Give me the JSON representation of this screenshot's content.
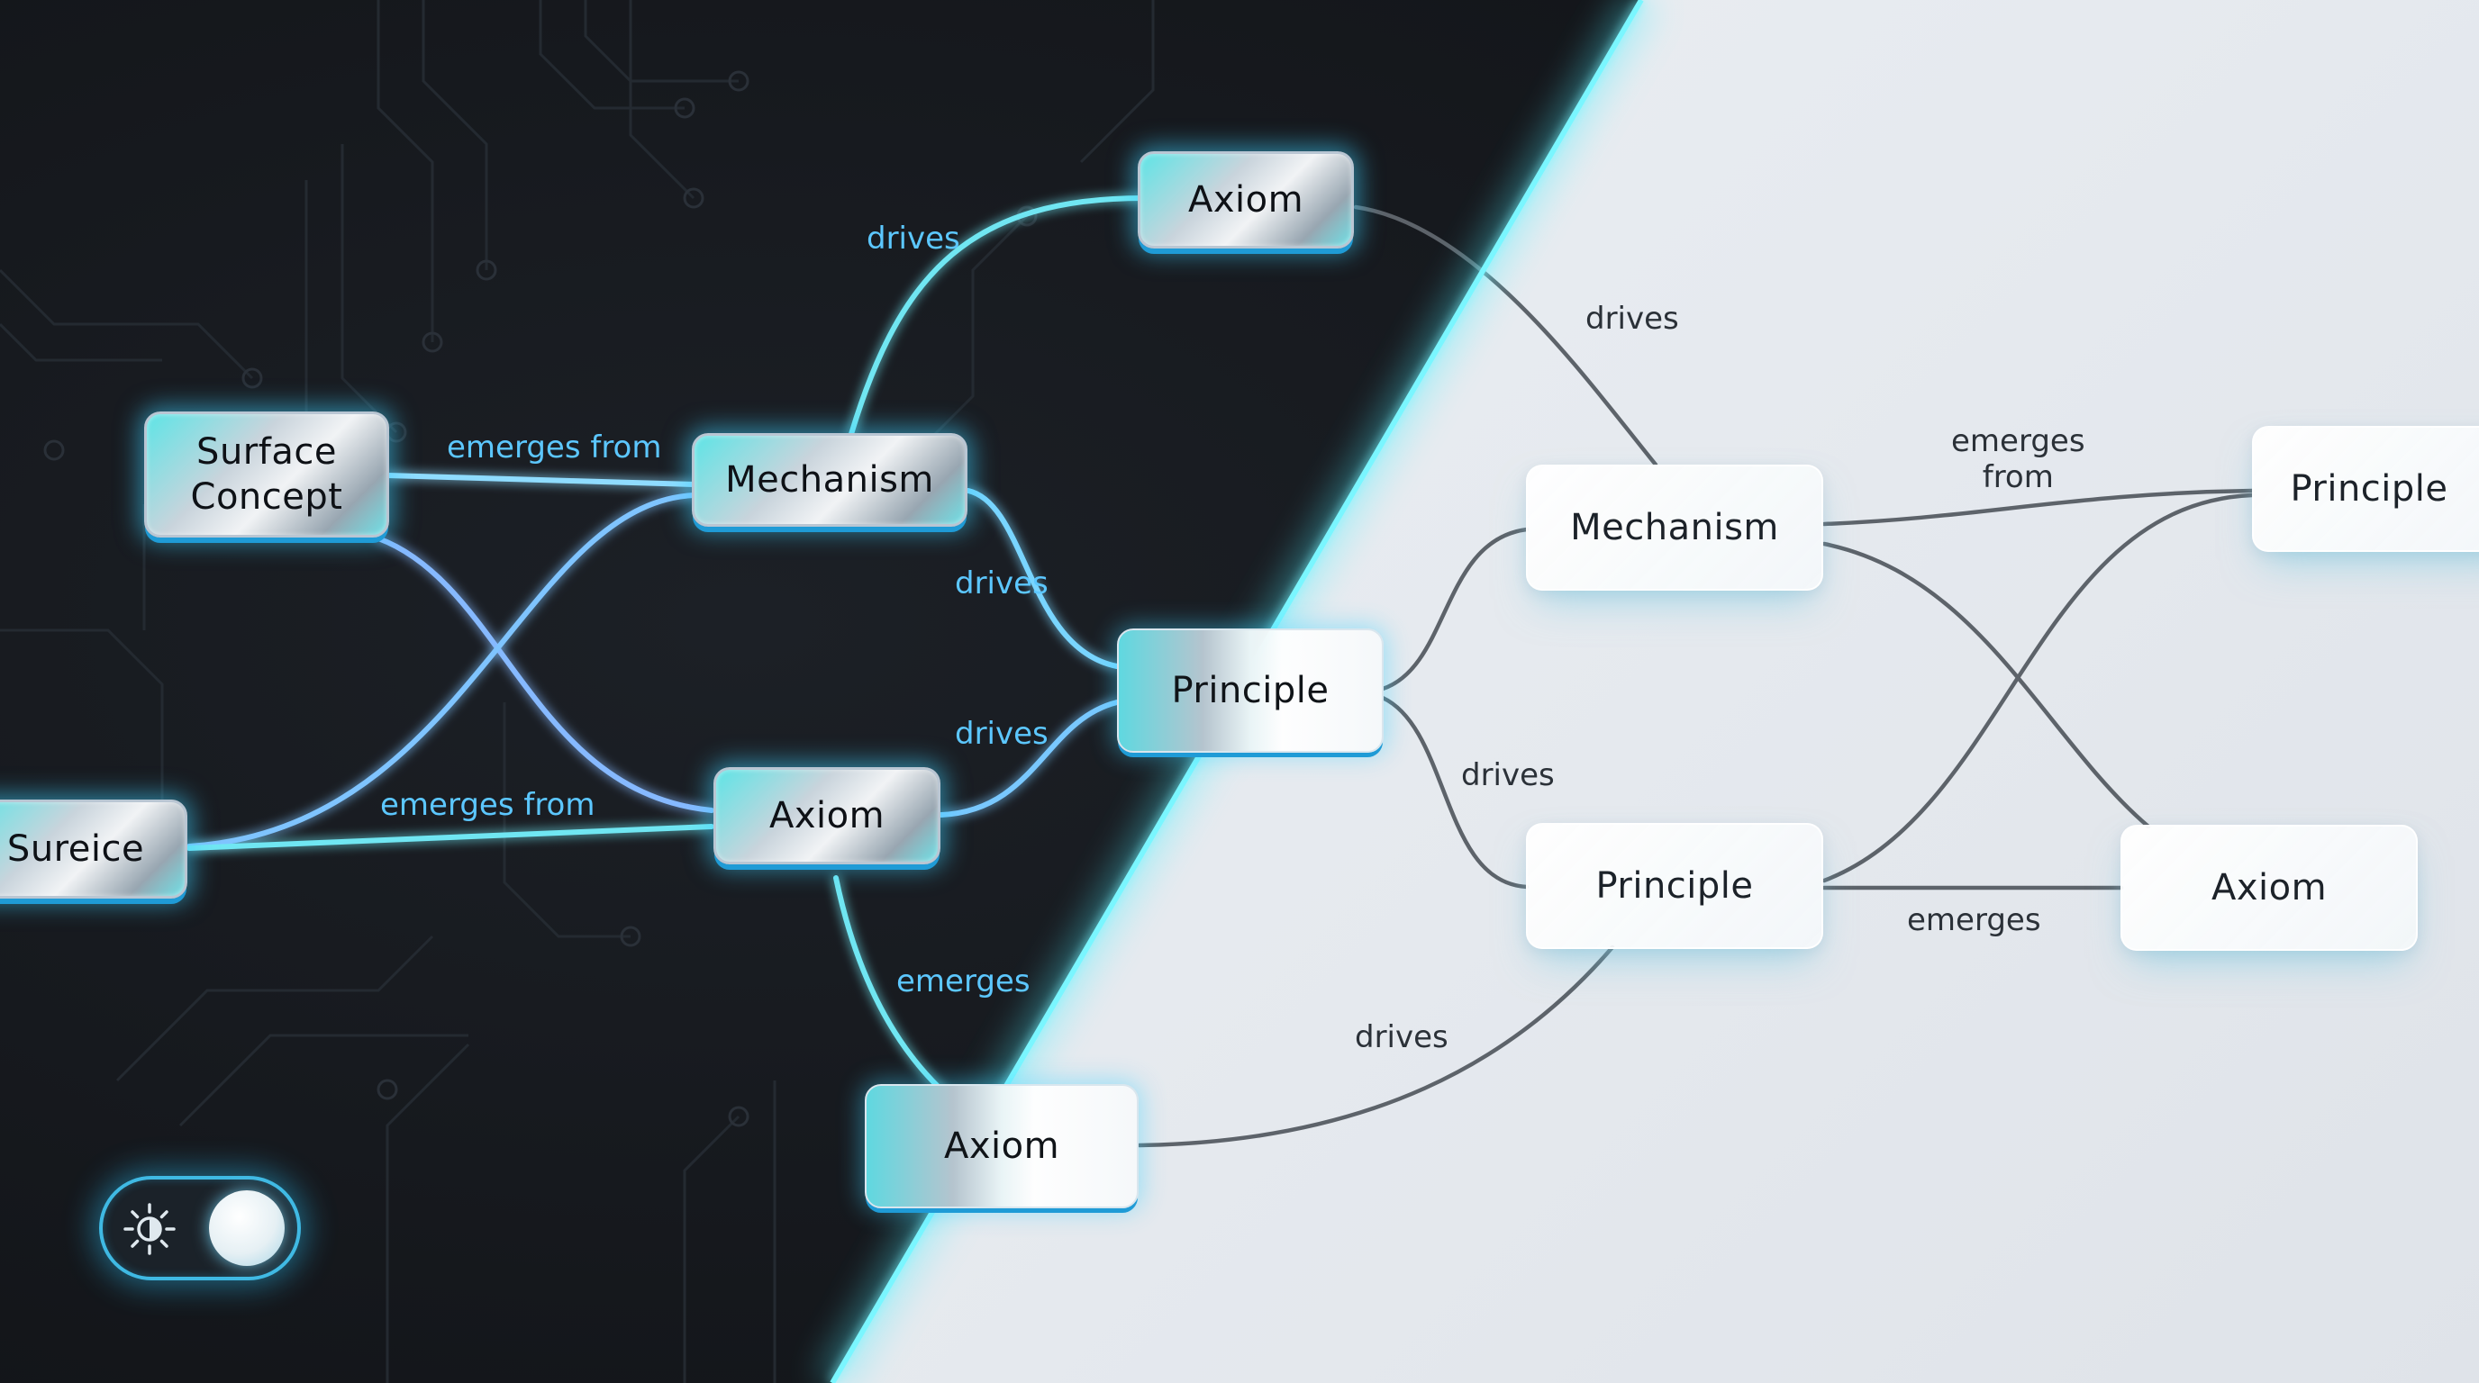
{
  "theme": {
    "dark_accent": "#4fd8ff",
    "dark_bg": "#15181d",
    "light_bg": "#e9edf1",
    "light_edge": "#5d636a"
  },
  "nodes": {
    "dark_axiom_top": "Axiom",
    "surface_concept": "Surface\nConcept",
    "mechanism_dark": "Mechanism",
    "sureice": "Sureice",
    "axiom_mid": "Axiom",
    "principle_center": "Principle",
    "axiom_bottom": "Axiom",
    "mechanism_light": "Mechanism",
    "principle_right_top": "Principle",
    "principle_light": "Principle",
    "axiom_right": "Axiom"
  },
  "edge_labels": {
    "drives_top_dark": "drives",
    "emerges_from_top": "emerges from",
    "drives_mid1": "drives",
    "drives_mid2": "drives",
    "emerges_from_bottom": "emerges from",
    "emerges_dark": "emerges",
    "drives_top_light": "drives",
    "emerges_from_light": "emerges\nfrom",
    "drives_center_light": "drives",
    "emerges_light": "emerges",
    "drives_bottom_light": "drives"
  },
  "toggle": {
    "icon": "sun-half-icon",
    "state": "on"
  }
}
